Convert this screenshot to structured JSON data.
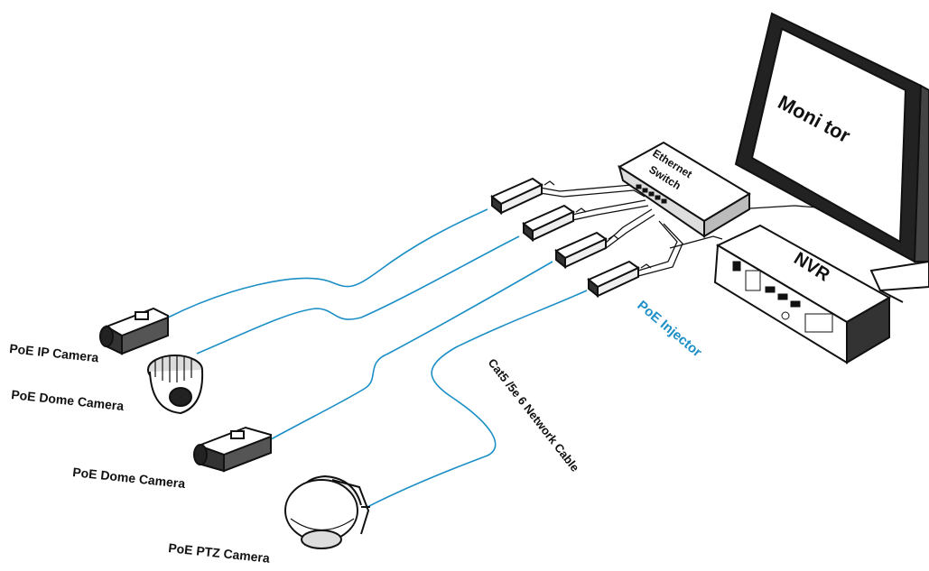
{
  "labels": {
    "monitor": "Moni tor",
    "switch_line1": "Ethernet",
    "switch_line2": "Switch",
    "nvr": "NVR",
    "poe_injector": "PoE Injector",
    "cable": "Cat5 /5e  6 Network Cable",
    "cam_ip": "PoE IP Camera",
    "cam_dome1": "PoE Dome Camera",
    "cam_dome2": "PoE Dome Camera",
    "cam_ptz": "PoE PTZ Camera"
  },
  "colors": {
    "cable": "#1b8fc6",
    "outline": "#111111",
    "accent_text": "#1b8fc6"
  }
}
